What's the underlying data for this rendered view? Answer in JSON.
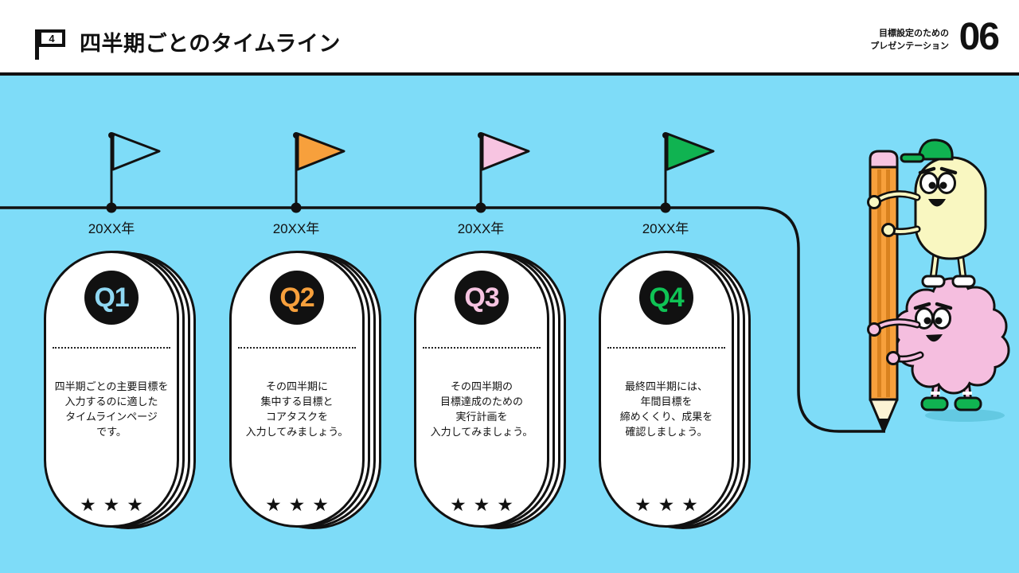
{
  "palette": {
    "background": "#7EDCF8",
    "ink": "#111111",
    "orange": "#F7A03C",
    "orange_dark": "#D9821F",
    "pink": "#F7C4E1",
    "green": "#10B351",
    "light_blue": "#8FD8F3",
    "char_yellow": "#F9F7C1",
    "char_pink": "#F5BEDF",
    "wood": "#FCF3D4",
    "shadow": "#63C9E2"
  },
  "header": {
    "flag_icon_number": "4",
    "title": "四半期ごとのタイムライン",
    "deck_label": [
      "目標設定のための",
      "プレゼンテーション"
    ],
    "page_number": "06"
  },
  "timeline": {
    "milestones": [
      {
        "year": "20XX年",
        "flag_color": "none"
      },
      {
        "year": "20XX年",
        "flag_color": "#F7A03C"
      },
      {
        "year": "20XX年",
        "flag_color": "#F7C4E1"
      },
      {
        "year": "20XX年",
        "flag_color": "#10B351"
      }
    ]
  },
  "cards": [
    {
      "quarter": "Q1",
      "accent": "#8FD8F3",
      "stars": "★★★",
      "lines": [
        "四半期ごとの主要目標を",
        "入力するのに適した",
        "タイムラインページ",
        "です。"
      ]
    },
    {
      "quarter": "Q2",
      "accent": "#F7A03C",
      "stars": "★★★",
      "lines": [
        "その四半期に",
        "集中する目標と",
        "コアタスクを",
        "入力してみましょう。"
      ]
    },
    {
      "quarter": "Q3",
      "accent": "#F7C4E1",
      "stars": "★★★",
      "lines": [
        "その四半期の",
        "目標達成のための",
        "実行計画を",
        "入力してみましょう。"
      ]
    },
    {
      "quarter": "Q4",
      "accent": "#0FC355",
      "stars": "★★★",
      "lines": [
        "最終四半期には、",
        "年間目標を",
        "締めくくり、成果を",
        "確認しましょう。"
      ]
    }
  ]
}
